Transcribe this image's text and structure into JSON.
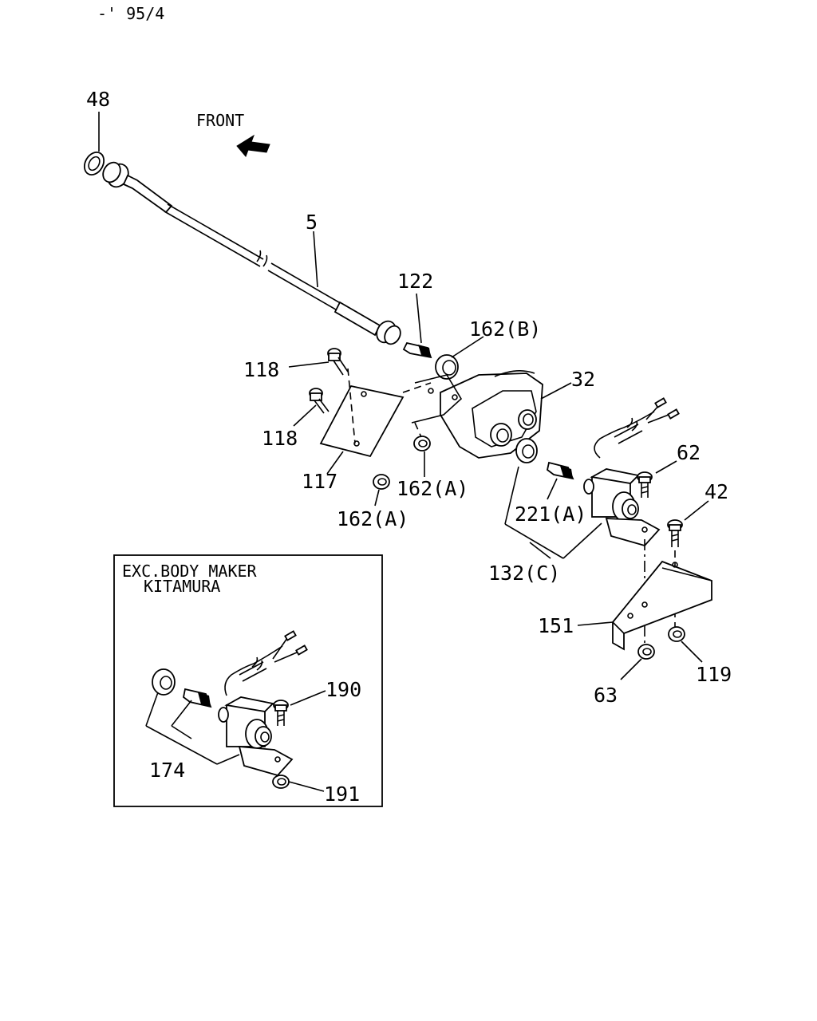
{
  "header": {
    "date_code": "-' 95/4"
  },
  "direction": {
    "label": "FRONT"
  },
  "callouts": {
    "c48": "48",
    "c5": "5",
    "c122": "122",
    "c162b": "162(B)",
    "c32": "32",
    "c118a": "118",
    "c118b": "118",
    "c117": "117",
    "c162a1": "162(A)",
    "c162a2": "162(A)",
    "c62": "62",
    "c42": "42",
    "c221a": "221(A)",
    "c132c": "132(C)",
    "c151": "151",
    "c63": "63",
    "c119": "119"
  },
  "inset": {
    "note_line1": "EXC.BODY MAKER",
    "note_line2": "KITAMURA",
    "c190": "190",
    "c174": "174",
    "c191": "191"
  }
}
